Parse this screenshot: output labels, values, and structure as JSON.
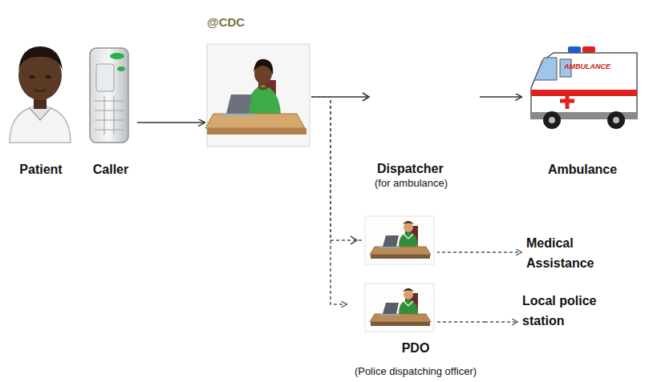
{
  "diagram": {
    "nodes": [
      {
        "text": [
          "Patient"
        ]
      },
      {
        "text": [
          "Caller"
        ]
      },
      {
        "text": [
          "@CDC"
        ]
      },
      {
        "text": [
          "Ambulance"
        ]
      },
      {
        "text": [
          "Medical Assistance"
        ]
      },
      {
        "text": [
          "PDO",
          "(Police dispatching officer)"
        ]
      },
      {
        "text": [
          "Local police station"
        ]
      }
    ],
    "edges": [
      {
        "from": 1,
        "to": 2,
        "arrow": "to"
      },
      {
        "from": 2,
        "to": 3,
        "arrow": "to"
      },
      {
        "from": 2,
        "to": 4,
        "arrow": "to"
      },
      {
        "from": 2,
        "to": 5,
        "arrow": "to"
      },
      {
        "from": 5,
        "to": 6,
        "arrow": "to"
      }
    ],
    "labels": [
      "Dispatcher",
      "(for ambulance)",
      "AMBULANCE"
    ]
  }
}
